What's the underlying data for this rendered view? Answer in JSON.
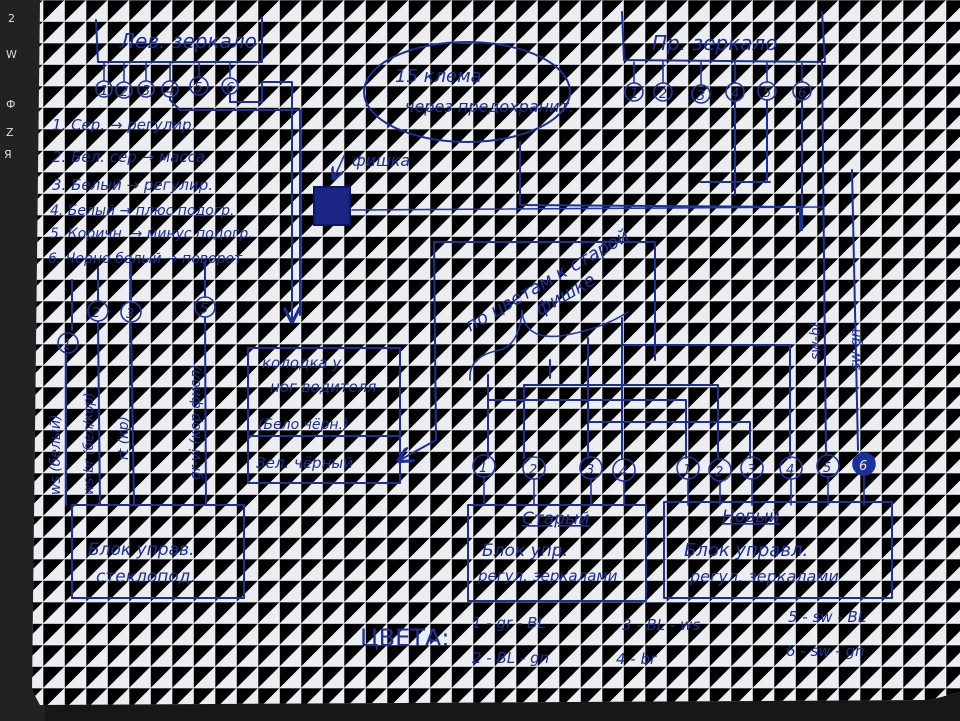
{
  "left_mirror": {
    "label": "Лев. зеркало",
    "pins": [
      "1",
      "2",
      "3",
      "4",
      "5",
      "6"
    ]
  },
  "left_wire_legend": [
    "1. Сер. → регулир.",
    "2. Бел. сер → масса",
    "3. Белый → регулир.",
    "4. Белый → плюс подогр.",
    "5. Коричн. → минус подогр.",
    "6. Черно белый → поворот"
  ],
  "left_wires": [
    {
      "num": "1",
      "color": "ws (белый)"
    },
    {
      "num": "2",
      "color": "ws-br (бел/кор)"
    },
    {
      "num": "3",
      "color": "rt (кр)"
    },
    {
      "num": "5",
      "color": "gr-vi (кор фиол)"
    }
  ],
  "left_control_block": {
    "line1": "Блок управ.",
    "line2": "стеклопод."
  },
  "fuse_note": {
    "line1": "15 клема",
    "line2": "через предохранит."
  },
  "chip_label": "фишка",
  "driver_connector": {
    "line1": "колодка у",
    "line2": "ног водителя",
    "line3": "(Бело чёрн.)",
    "line4": "Зел. чёрный"
  },
  "right_mirror": {
    "label": "Пр. зеркало",
    "pins": [
      "1",
      "2",
      "3",
      "4",
      "5",
      "6"
    ]
  },
  "right_wires": [
    "sw-bl",
    "sw-gn"
  ],
  "color_note": {
    "line1": "по цветам к старой",
    "line2": "фишке"
  },
  "old_block": {
    "pins": [
      "1",
      "2",
      "3",
      "4"
    ],
    "title": "Старый",
    "line1": "Блок упр.",
    "line2": "регул. зеркалами"
  },
  "new_block": {
    "pins": [
      "1",
      "2",
      "3",
      "4",
      "5",
      "6"
    ],
    "title": "Новый",
    "line1": "Блок управл.",
    "line2": "регул. зеркалами"
  },
  "colors": {
    "title": "ЦВЕТА:",
    "items": [
      "1 - gr - BL",
      "2 - BL - gn",
      "3 - BL - ws",
      "4 - br",
      "5 - sw - BL",
      "6 - sw - gn"
    ]
  },
  "colors_meta": {
    "ink": "#1c2f9c",
    "paper": "#ecedf1",
    "chip": "#1a2585"
  }
}
